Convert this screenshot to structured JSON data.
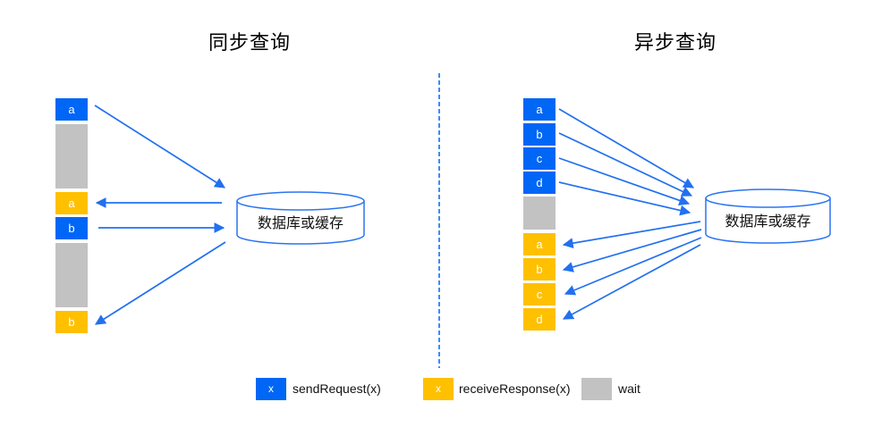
{
  "sync_panel": {
    "title": "同步查询",
    "db_label": "数据库或缓存",
    "request_boxes": [
      {
        "label": "a"
      },
      {
        "label": "b"
      }
    ],
    "response_boxes": [
      {
        "label": "a"
      },
      {
        "label": "b"
      }
    ]
  },
  "async_panel": {
    "title": "异步查询",
    "db_label": "数据库或缓存",
    "request_boxes": [
      {
        "label": "a"
      },
      {
        "label": "b"
      },
      {
        "label": "c"
      },
      {
        "label": "d"
      }
    ],
    "response_boxes": [
      {
        "label": "a"
      },
      {
        "label": "b"
      },
      {
        "label": "c"
      },
      {
        "label": "d"
      }
    ]
  },
  "legend": {
    "items": [
      {
        "swatch_label": "x",
        "label": "sendRequest(x)",
        "swatch_color": "#0066f5"
      },
      {
        "swatch_label": "x",
        "label": "receiveResponse(x)",
        "swatch_color": "#ffc000"
      },
      {
        "swatch_label": "",
        "label": "wait",
        "swatch_color": "#c2c2c2"
      }
    ]
  },
  "colors": {
    "request_blue": "#0066f5",
    "response_orange": "#ffc000",
    "wait_gray": "#c2c2c2",
    "arrow_blue": "#2270f0",
    "divider_blue": "#0d6efd",
    "db_stroke_blue": "#2b74f0"
  }
}
